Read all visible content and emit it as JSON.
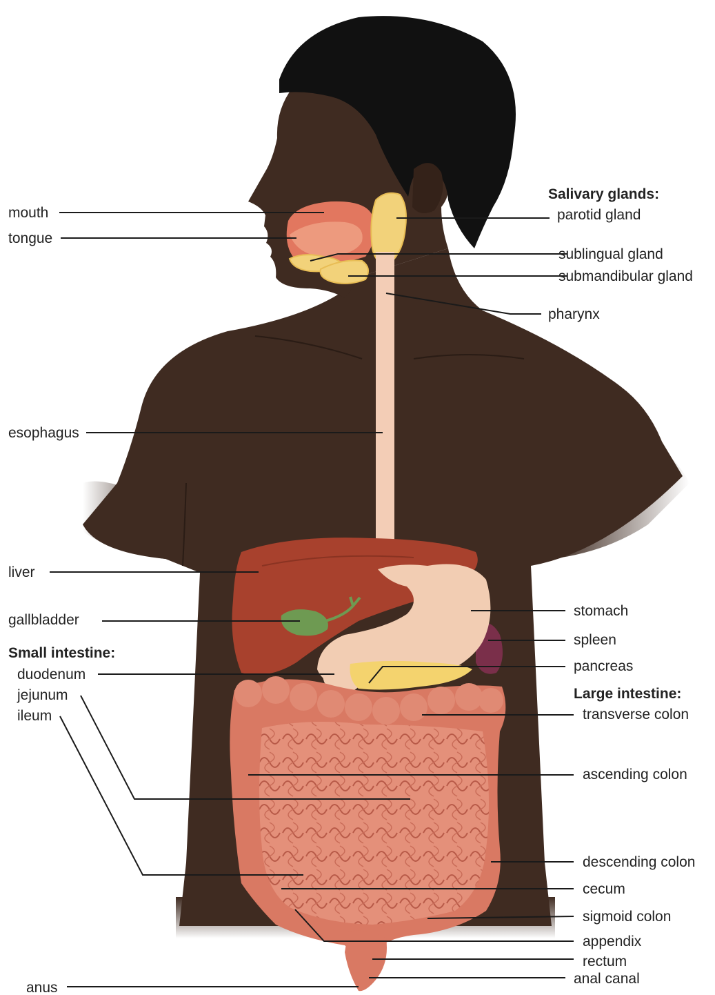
{
  "colors": {
    "skin": "#3f2b21",
    "hair": "#111111",
    "mouth": "#e2775f",
    "gland": "#f2d27a",
    "esophagus": "#f3cdb6",
    "liver": "#a8412d",
    "gallbladder": "#6e9a52",
    "stomach": "#f2cdb3",
    "spleen": "#7a2f4a",
    "pancreas": "#f4d36e",
    "intestine": "#e4907a",
    "intestine_dark": "#b85a48"
  },
  "headings": {
    "salivary": "Salivary glands:",
    "small_intestine": "Small intestine:",
    "large_intestine": "Large intestine:"
  },
  "labels": {
    "mouth": "mouth",
    "tongue": "tongue",
    "parotid_gland": "parotid gland",
    "sublingual_gland": "sublingual gland",
    "submandibular_gland": "submandibular gland",
    "pharynx": "pharynx",
    "esophagus": "esophagus",
    "liver": "liver",
    "gallbladder": "gallbladder",
    "duodenum": "duodenum",
    "jejunum": "jejunum",
    "ileum": "ileum",
    "stomach": "stomach",
    "spleen": "spleen",
    "pancreas": "pancreas",
    "transverse_colon": "transverse colon",
    "ascending_colon": "ascending colon",
    "descending_colon": "descending colon",
    "cecum": "cecum",
    "sigmoid_colon": "sigmoid colon",
    "appendix": "appendix",
    "rectum": "rectum",
    "anal_canal": "anal canal",
    "anus": "anus"
  }
}
